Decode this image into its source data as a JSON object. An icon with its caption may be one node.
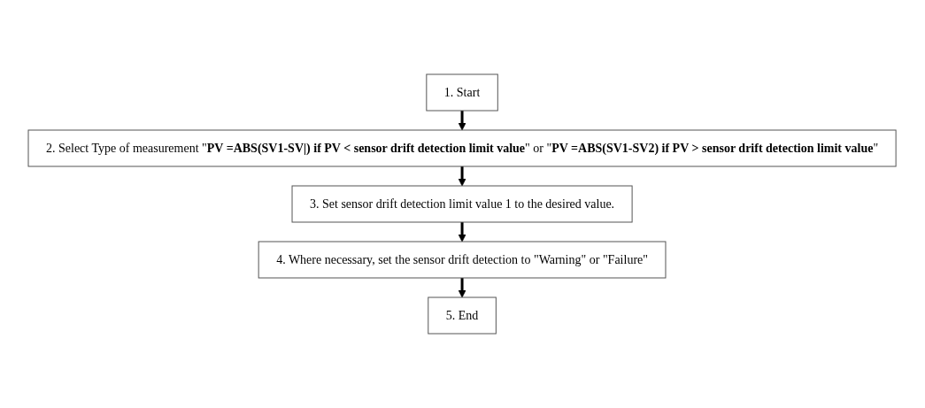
{
  "diagram": {
    "nodes": [
      {
        "text": [
          "1. Start"
        ]
      },
      {
        "text": [
          "2. Select Type of measurement \"**PV =ABS(SV1-SV|) if PV < sensor drift detection limit value**\" or \"**PV =ABS(SV1-SV2) if PV > sensor drift detection limit value**\""
        ]
      },
      {
        "text": [
          "3. Set sensor drift detection limit value 1 to the desired value."
        ]
      },
      {
        "text": [
          "4. Where necessary, set the sensor drift detection to \"Warning\" or \"Failure\""
        ]
      },
      {
        "text": [
          "5. End"
        ]
      }
    ],
    "edges": [
      {
        "from": 0,
        "to": 1,
        "arrow": "to"
      },
      {
        "from": 1,
        "to": 2,
        "arrow": "to"
      },
      {
        "from": 2,
        "to": 3,
        "arrow": "to"
      },
      {
        "from": 3,
        "to": 4,
        "arrow": "to"
      }
    ]
  }
}
